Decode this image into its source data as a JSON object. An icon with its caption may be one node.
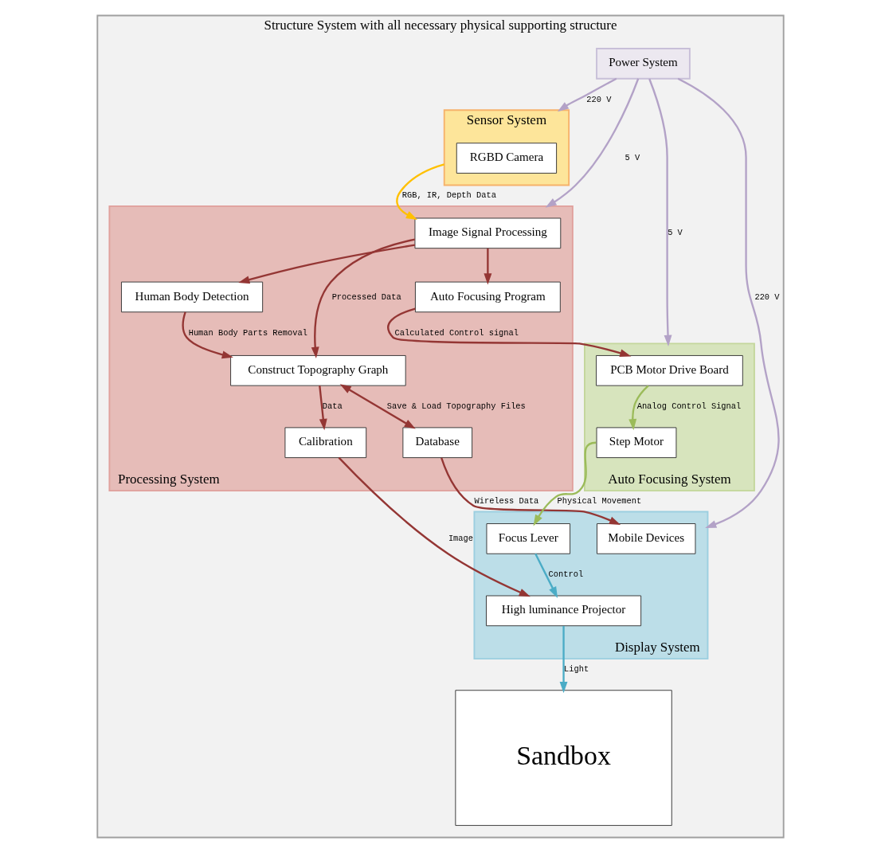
{
  "diagram": {
    "nodes": [
      {
        "text": [
          "Structure System with all necessary physical supporting structure"
        ]
      },
      {
        "text": [
          "Sensor System"
        ],
        "in": 0
      },
      {
        "text": [
          "RGBD Camera"
        ],
        "in": 1
      },
      {
        "text": [
          "Processing System"
        ],
        "in": 0
      },
      {
        "text": [
          "Image Signal Processing"
        ],
        "in": 3
      },
      {
        "text": [
          "Auto Focusing Program"
        ],
        "in": 3
      },
      {
        "text": [
          "Human Body Detection"
        ],
        "in": 3
      },
      {
        "text": [
          "Construct Topography Graph"
        ],
        "in": 3
      },
      {
        "text": [
          "Database"
        ],
        "in": 3
      },
      {
        "text": [
          "Calibration"
        ],
        "in": 3
      },
      {
        "text": [
          "Power System"
        ],
        "in": 0
      },
      {
        "text": [
          "Auto Focusing System"
        ],
        "in": 0
      },
      {
        "text": [
          "PCB Motor Drive Board"
        ],
        "in": 11
      },
      {
        "text": [
          "Step Motor"
        ],
        "in": 11
      },
      {
        "text": [
          "Display System"
        ],
        "in": 0
      },
      {
        "text": [
          "Mobile Devices"
        ],
        "in": 14
      },
      {
        "text": [
          "High luminance Projector"
        ],
        "in": 14
      },
      {
        "text": [
          "Focus Lever"
        ],
        "in": 14
      },
      {
        "text": [
          "Sandbox"
        ],
        "in": 0
      }
    ],
    "edges": [
      {
        "from": 1,
        "to": 4,
        "arrow": "to",
        "label": "RGB, IR, Depth Data",
        "color": "#ffc000"
      },
      {
        "from": 4,
        "to": 6,
        "arrow": "to"
      },
      {
        "from": 4,
        "to": 5,
        "arrow": "to"
      },
      {
        "from": 4,
        "to": 7,
        "arrow": "to",
        "label": "Processed Data"
      },
      {
        "from": 6,
        "to": 7,
        "arrow": "to",
        "label": "Human Body Parts Removal"
      },
      {
        "from": 7,
        "to": 8,
        "arrow": "both",
        "label": "Save & Load Topography Files"
      },
      {
        "from": 7,
        "to": 9,
        "arrow": "to",
        "label": "Data"
      },
      {
        "from": 5,
        "to": 12,
        "arrow": "to",
        "label": "Calculated Control signal"
      },
      {
        "from": 8,
        "to": 15,
        "arrow": "to",
        "label": "Wireless Data"
      },
      {
        "from": 9,
        "to": 16,
        "arrow": "to",
        "label": "Image"
      },
      {
        "from": 10,
        "to": 1,
        "arrow": "to",
        "label": "220 V",
        "color": "#b3a2c7"
      },
      {
        "from": 10,
        "to": 3,
        "arrow": "to",
        "label": "5 V",
        "color": "#b3a2c7"
      },
      {
        "from": 10,
        "to": 11,
        "arrow": "to",
        "label": "5 V",
        "color": "#b3a2c7"
      },
      {
        "from": 10,
        "to": 14,
        "arrow": "to",
        "label": "220 V",
        "color": "#b3a2c7"
      },
      {
        "from": 12,
        "to": 13,
        "arrow": "to",
        "label": "Analog Control Signal",
        "color": "#9bbb59"
      },
      {
        "from": 13,
        "to": 17,
        "arrow": "to",
        "label": "Physical Movement",
        "color": "#9bbb59"
      },
      {
        "from": 17,
        "to": 16,
        "arrow": "to",
        "label": "Control",
        "color": "#4bacc6"
      },
      {
        "from": 16,
        "to": 18,
        "arrow": "to",
        "label": "Light",
        "color": "#4bacc6"
      }
    ]
  }
}
